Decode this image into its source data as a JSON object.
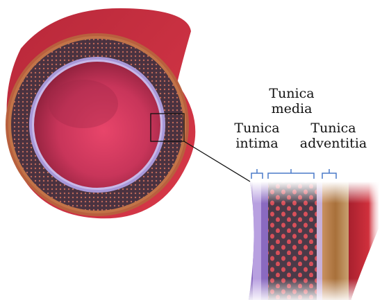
{
  "labels": {
    "media": {
      "line1": "Tunica",
      "line2": "media"
    },
    "intima": {
      "line1": "Tunica",
      "line2": "intima"
    },
    "adventitia": {
      "line1": "Tunica",
      "line2": "adventitia"
    }
  },
  "colors": {
    "lumen": "#c8355a",
    "adventitia_outer": "#b85a3e",
    "media_layer": "#5a3a4a",
    "intima_layer": "#9a8ad0",
    "tissue_red": "#c8283a",
    "bracket": "#4a7ac8"
  }
}
